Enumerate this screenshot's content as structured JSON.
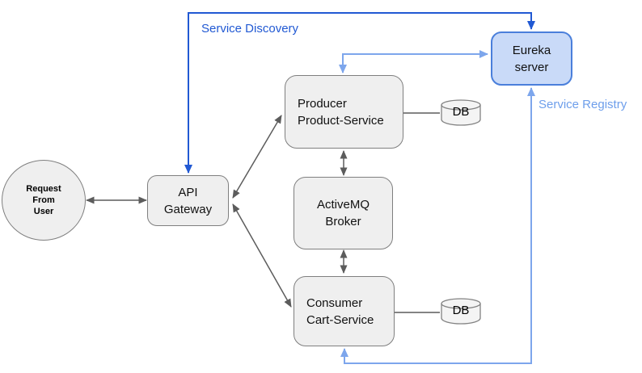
{
  "colors": {
    "dark_blue": "#2159d3",
    "light_blue": "#7da6ec",
    "box_fill": "#efefef",
    "box_border": "#7f7f7f",
    "arrow_gray": "#5c5c5c",
    "eureka_fill": "#c9daf8",
    "eureka_border": "#4a7fdb",
    "cyl_fill": "#f4f4f4",
    "text_color": "#111111"
  },
  "labels": {
    "service_discovery": "Service Discovery",
    "service_registry": "Service Registry"
  },
  "nodes": {
    "request_from_user": {
      "lines": [
        "Request",
        "From",
        "User"
      ]
    },
    "api_gateway": {
      "lines": [
        "API",
        "Gateway"
      ]
    },
    "producer": {
      "lines": [
        "Producer",
        "Product-Service"
      ]
    },
    "activemq": {
      "lines": [
        "ActiveMQ",
        "Broker"
      ]
    },
    "consumer": {
      "lines": [
        "Consumer",
        "Cart-Service"
      ]
    },
    "eureka": {
      "lines": [
        "Eureka",
        "server"
      ]
    },
    "db_product": {
      "label": "DB"
    },
    "db_cart": {
      "label": "DB"
    }
  }
}
